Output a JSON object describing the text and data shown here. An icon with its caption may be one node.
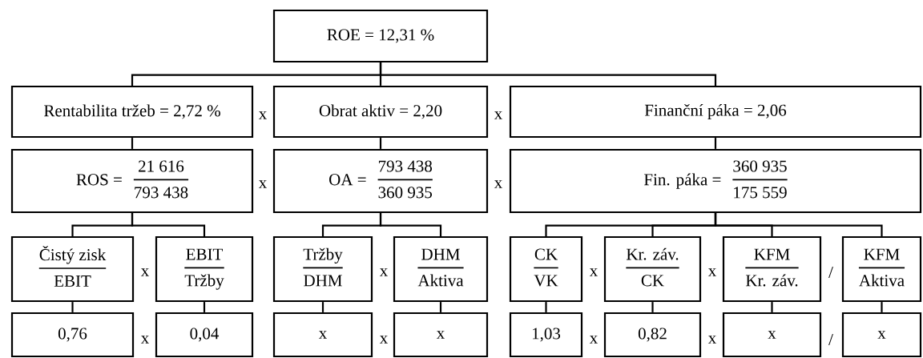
{
  "diagram": {
    "nodes": [
      {
        "text": [
          "ROE = 12,31 %"
        ]
      },
      {
        "text": [
          "Rentabilita tržeb = 2,72 %"
        ]
      },
      {
        "text": [
          "Obrat aktiv = 2,20"
        ]
      },
      {
        "text": [
          "Finanční páka = 2,06"
        ]
      },
      {
        "text": [
          "ROS =",
          "21 616",
          "793 438"
        ]
      },
      {
        "text": [
          "OA =",
          "793 438",
          "360 935"
        ]
      },
      {
        "text": [
          "Fin. páka =",
          "360 935",
          "175 559"
        ]
      },
      {
        "text": [
          "Čistý zisk",
          "EBIT"
        ]
      },
      {
        "text": [
          "EBIT",
          "Tržby"
        ]
      },
      {
        "text": [
          "Tržby",
          "DHM"
        ]
      },
      {
        "text": [
          "DHM",
          "Aktiva"
        ]
      },
      {
        "text": [
          "CK",
          "VK"
        ]
      },
      {
        "text": [
          "Kr. záv.",
          "CK"
        ]
      },
      {
        "text": [
          "KFM",
          "Kr. záv."
        ]
      },
      {
        "text": [
          "KFM",
          "Aktiva"
        ]
      },
      {
        "text": [
          "0,76"
        ]
      },
      {
        "text": [
          "0,04"
        ]
      },
      {
        "text": [
          "x"
        ]
      },
      {
        "text": [
          "x"
        ]
      },
      {
        "text": [
          "1,03"
        ]
      },
      {
        "text": [
          "0,82"
        ]
      },
      {
        "text": [
          "x"
        ]
      },
      {
        "text": [
          "x"
        ]
      }
    ],
    "edges": [
      {
        "from": 0,
        "to": 1,
        "arrow": "none"
      },
      {
        "from": 0,
        "to": 2,
        "arrow": "none"
      },
      {
        "from": 0,
        "to": 3,
        "arrow": "none"
      },
      {
        "from": 1,
        "to": 4,
        "arrow": "none"
      },
      {
        "from": 2,
        "to": 5,
        "arrow": "none"
      },
      {
        "from": 3,
        "to": 6,
        "arrow": "none"
      },
      {
        "from": 4,
        "to": 7,
        "arrow": "none"
      },
      {
        "from": 4,
        "to": 8,
        "arrow": "none"
      },
      {
        "from": 5,
        "to": 9,
        "arrow": "none"
      },
      {
        "from": 5,
        "to": 10,
        "arrow": "none"
      },
      {
        "from": 6,
        "to": 11,
        "arrow": "none"
      },
      {
        "from": 6,
        "to": 12,
        "arrow": "none"
      },
      {
        "from": 6,
        "to": 13,
        "arrow": "none"
      },
      {
        "from": 6,
        "to": 14,
        "arrow": "none"
      },
      {
        "from": 7,
        "to": 15,
        "arrow": "none"
      },
      {
        "from": 8,
        "to": 16,
        "arrow": "none"
      },
      {
        "from": 9,
        "to": 17,
        "arrow": "none"
      },
      {
        "from": 10,
        "to": 18,
        "arrow": "none"
      },
      {
        "from": 11,
        "to": 19,
        "arrow": "none"
      },
      {
        "from": 12,
        "to": 20,
        "arrow": "none"
      },
      {
        "from": 13,
        "to": 21,
        "arrow": "none"
      },
      {
        "from": 14,
        "to": 22,
        "arrow": "none"
      }
    ],
    "labels": [
      "x",
      "x",
      "x",
      "x",
      "x",
      "x",
      "x",
      "x",
      "/",
      "x",
      "x",
      "x",
      "x",
      "/"
    ]
  }
}
